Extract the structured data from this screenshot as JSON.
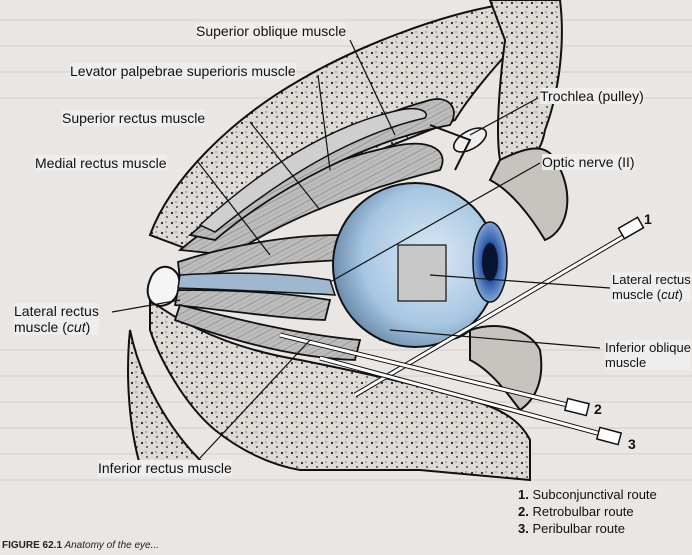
{
  "labels": {
    "superior_oblique": "Superior oblique muscle",
    "levator": "Levator palpebrae superioris muscle",
    "superior_rectus": "Superior rectus muscle",
    "medial_rectus": "Medial rectus muscle",
    "trochlea": "Trochlea (pulley)",
    "optic_nerve": "Optic nerve (II)",
    "lateral_rectus_left_line1": "Lateral rectus",
    "lateral_rectus_left_line2a": "muscle (",
    "lateral_rectus_left_line2b": "cut",
    "lateral_rectus_left_line2c": ")",
    "lateral_rectus_right_line1": "Lateral rectus",
    "lateral_rectus_right_line2a": "muscle (",
    "lateral_rectus_right_line2b": "cut",
    "lateral_rectus_right_line2c": ")",
    "inferior_oblique_line1": "Inferior oblique",
    "inferior_oblique_line2": "muscle",
    "inferior_rectus": "Inferior rectus muscle"
  },
  "needles": [
    "1",
    "2",
    "3"
  ],
  "legend": [
    {
      "num": "1.",
      "text": "Subconjunctival route"
    },
    {
      "num": "2.",
      "text": "Retrobulbar route"
    },
    {
      "num": "3.",
      "text": "Peribulbar route"
    }
  ],
  "caption": {
    "bold": "FIGURE 62.1",
    "rest": " Anatomy of the eye..."
  },
  "colors": {
    "background": "#e9e6e4",
    "bone": "#d9d6d3",
    "muscle": "#b8b8b8",
    "eyeball": "#a9c9e3",
    "iris": "#2f5fb0",
    "needle": "#ffffff"
  }
}
